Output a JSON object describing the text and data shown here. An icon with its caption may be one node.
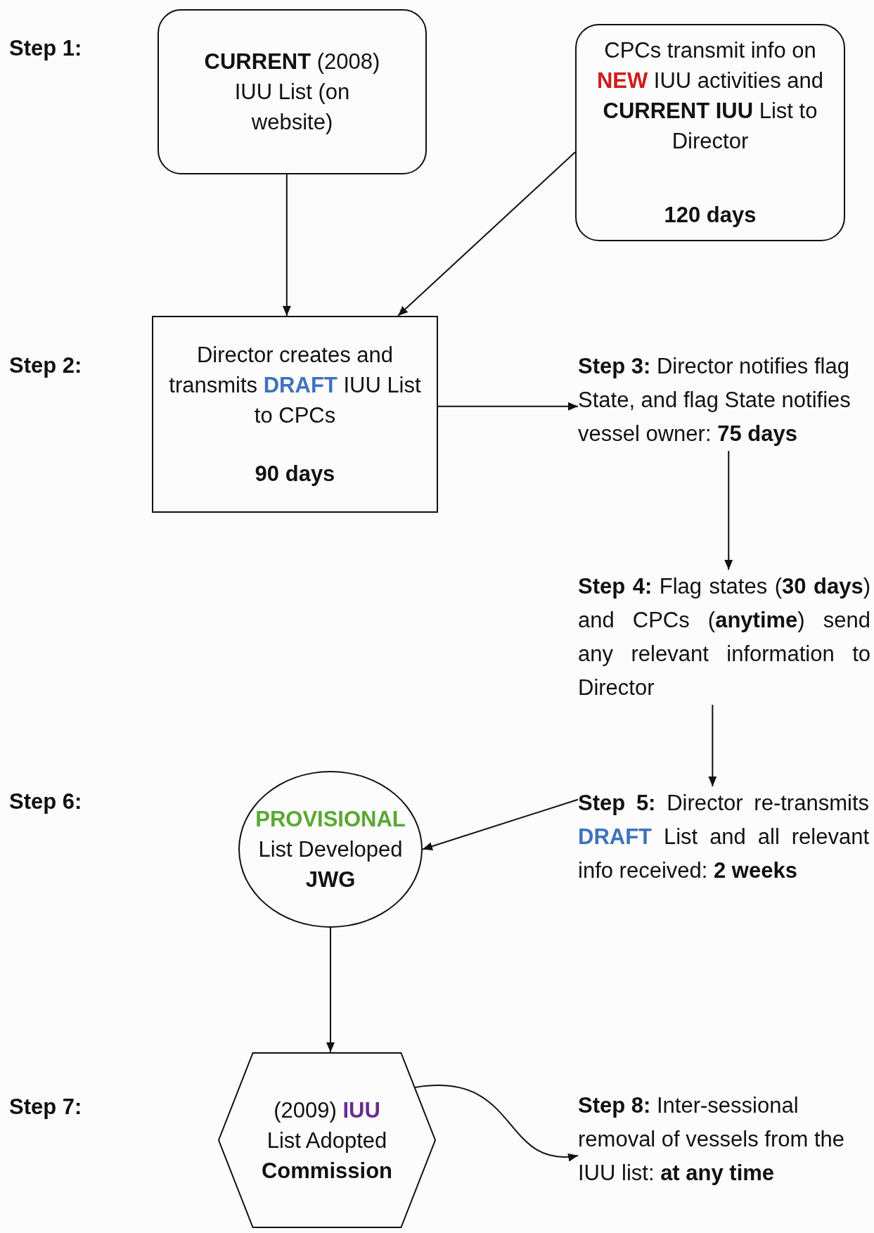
{
  "diagram": {
    "nodes": [
      {
        "text": [
          "**CURRENT** (2008) IUU List (on website)"
        ]
      },
      {
        "text": [
          "CPCs transmit info on **NEW** IUU activities and **CURRENT IUU** List to Director",
          "120 days"
        ]
      },
      {
        "text": [
          "Director creates and transmits **DRAFT** IUU List to CPCs",
          "90 days"
        ]
      },
      {
        "text": [
          "**Step 3:** Director notifies flag State, and flag State notifies vessel owner: **75 days**"
        ]
      },
      {
        "text": [
          "**Step 4:** Flag states (**30 days**) and CPCs (**anytime**) send any relevant information to Director"
        ]
      },
      {
        "text": [
          "**Step 5:** Director re-transmits **DRAFT** List and all relevant info received: **2 weeks**"
        ]
      },
      {
        "text": [
          "PROVISIONAL",
          "List Developed",
          "JWG"
        ]
      },
      {
        "text": [
          "(2009) **IUU**",
          "List Adopted",
          "Commission"
        ]
      },
      {
        "text": [
          "**Step 8:** Inter-sessional removal of vessels from the IUU list: **at any time**"
        ]
      }
    ],
    "edges": [
      {
        "from": 0,
        "to": 2,
        "arrow": "to"
      },
      {
        "from": 1,
        "to": 2,
        "arrow": "to"
      },
      {
        "from": 2,
        "to": 3,
        "arrow": "to"
      },
      {
        "from": 3,
        "to": 4,
        "arrow": "to"
      },
      {
        "from": 4,
        "to": 5,
        "arrow": "to"
      },
      {
        "from": 5,
        "to": 6,
        "arrow": "to"
      },
      {
        "from": 6,
        "to": 7,
        "arrow": "to"
      },
      {
        "from": 7,
        "to": 8,
        "arrow": "to"
      }
    ],
    "labels": [
      "Step 1:",
      "Step 2:",
      "Step 6:",
      "Step 7:"
    ]
  }
}
